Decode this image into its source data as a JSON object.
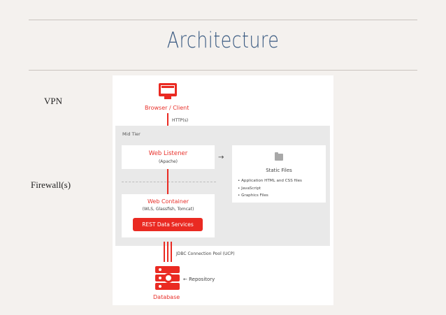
{
  "slide": {
    "title": "Architecture",
    "labels": {
      "vpn": "VPN",
      "firewall": "Firewall(s)"
    }
  },
  "diagram": {
    "client": {
      "label": "Browser / Client",
      "icon": "monitor-icon"
    },
    "http_label": "HTTP(s)",
    "mid_tier_label": "Mid Tier",
    "web_listener": {
      "title": "Web Listener",
      "subtitle": "(Apache)"
    },
    "arrow": "→",
    "static_files": {
      "title": "Static Files",
      "icon": "folder-icon",
      "items": [
        "Application HTML and CSS files",
        "JavaScript",
        "Graphics Files"
      ]
    },
    "web_container": {
      "title": "Web Container",
      "subtitle": "(WLS, Glassfish, Tomcat)",
      "rest_label": "REST Data Services"
    },
    "jdbc_label": "JDBC Connection Pool (UCP)",
    "repository_label": "← Repository",
    "database": {
      "label": "Database",
      "icon": "database-icon"
    },
    "accent_color": "#ea2a22"
  }
}
